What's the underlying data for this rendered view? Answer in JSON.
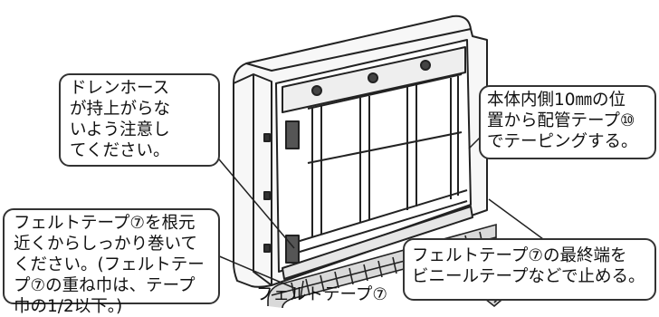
{
  "callouts": {
    "drain_hose": {
      "lines": [
        "ドレンホース",
        "が持上がらな",
        "いよう注意し",
        "てください。"
      ]
    },
    "felt_tape_wrap": {
      "lines": [
        "フェルトテープ⑦を根元",
        "近くからしっかり巻いて",
        "ください。(フェルトテー",
        "プ⑦の重ね巾は、テープ",
        "巾の1/2以下。)"
      ]
    },
    "piping_tape": {
      "lines": [
        "本体内側10㎜の位",
        "置から配管テープ⑩",
        "でテーピングする。"
      ]
    },
    "felt_tape_end": {
      "lines": [
        "フェルトテープ⑦の最終端を",
        "ビニールテープなどで止める。"
      ]
    }
  },
  "labels": {
    "felt_tape": "フェルトテープ⑦"
  }
}
